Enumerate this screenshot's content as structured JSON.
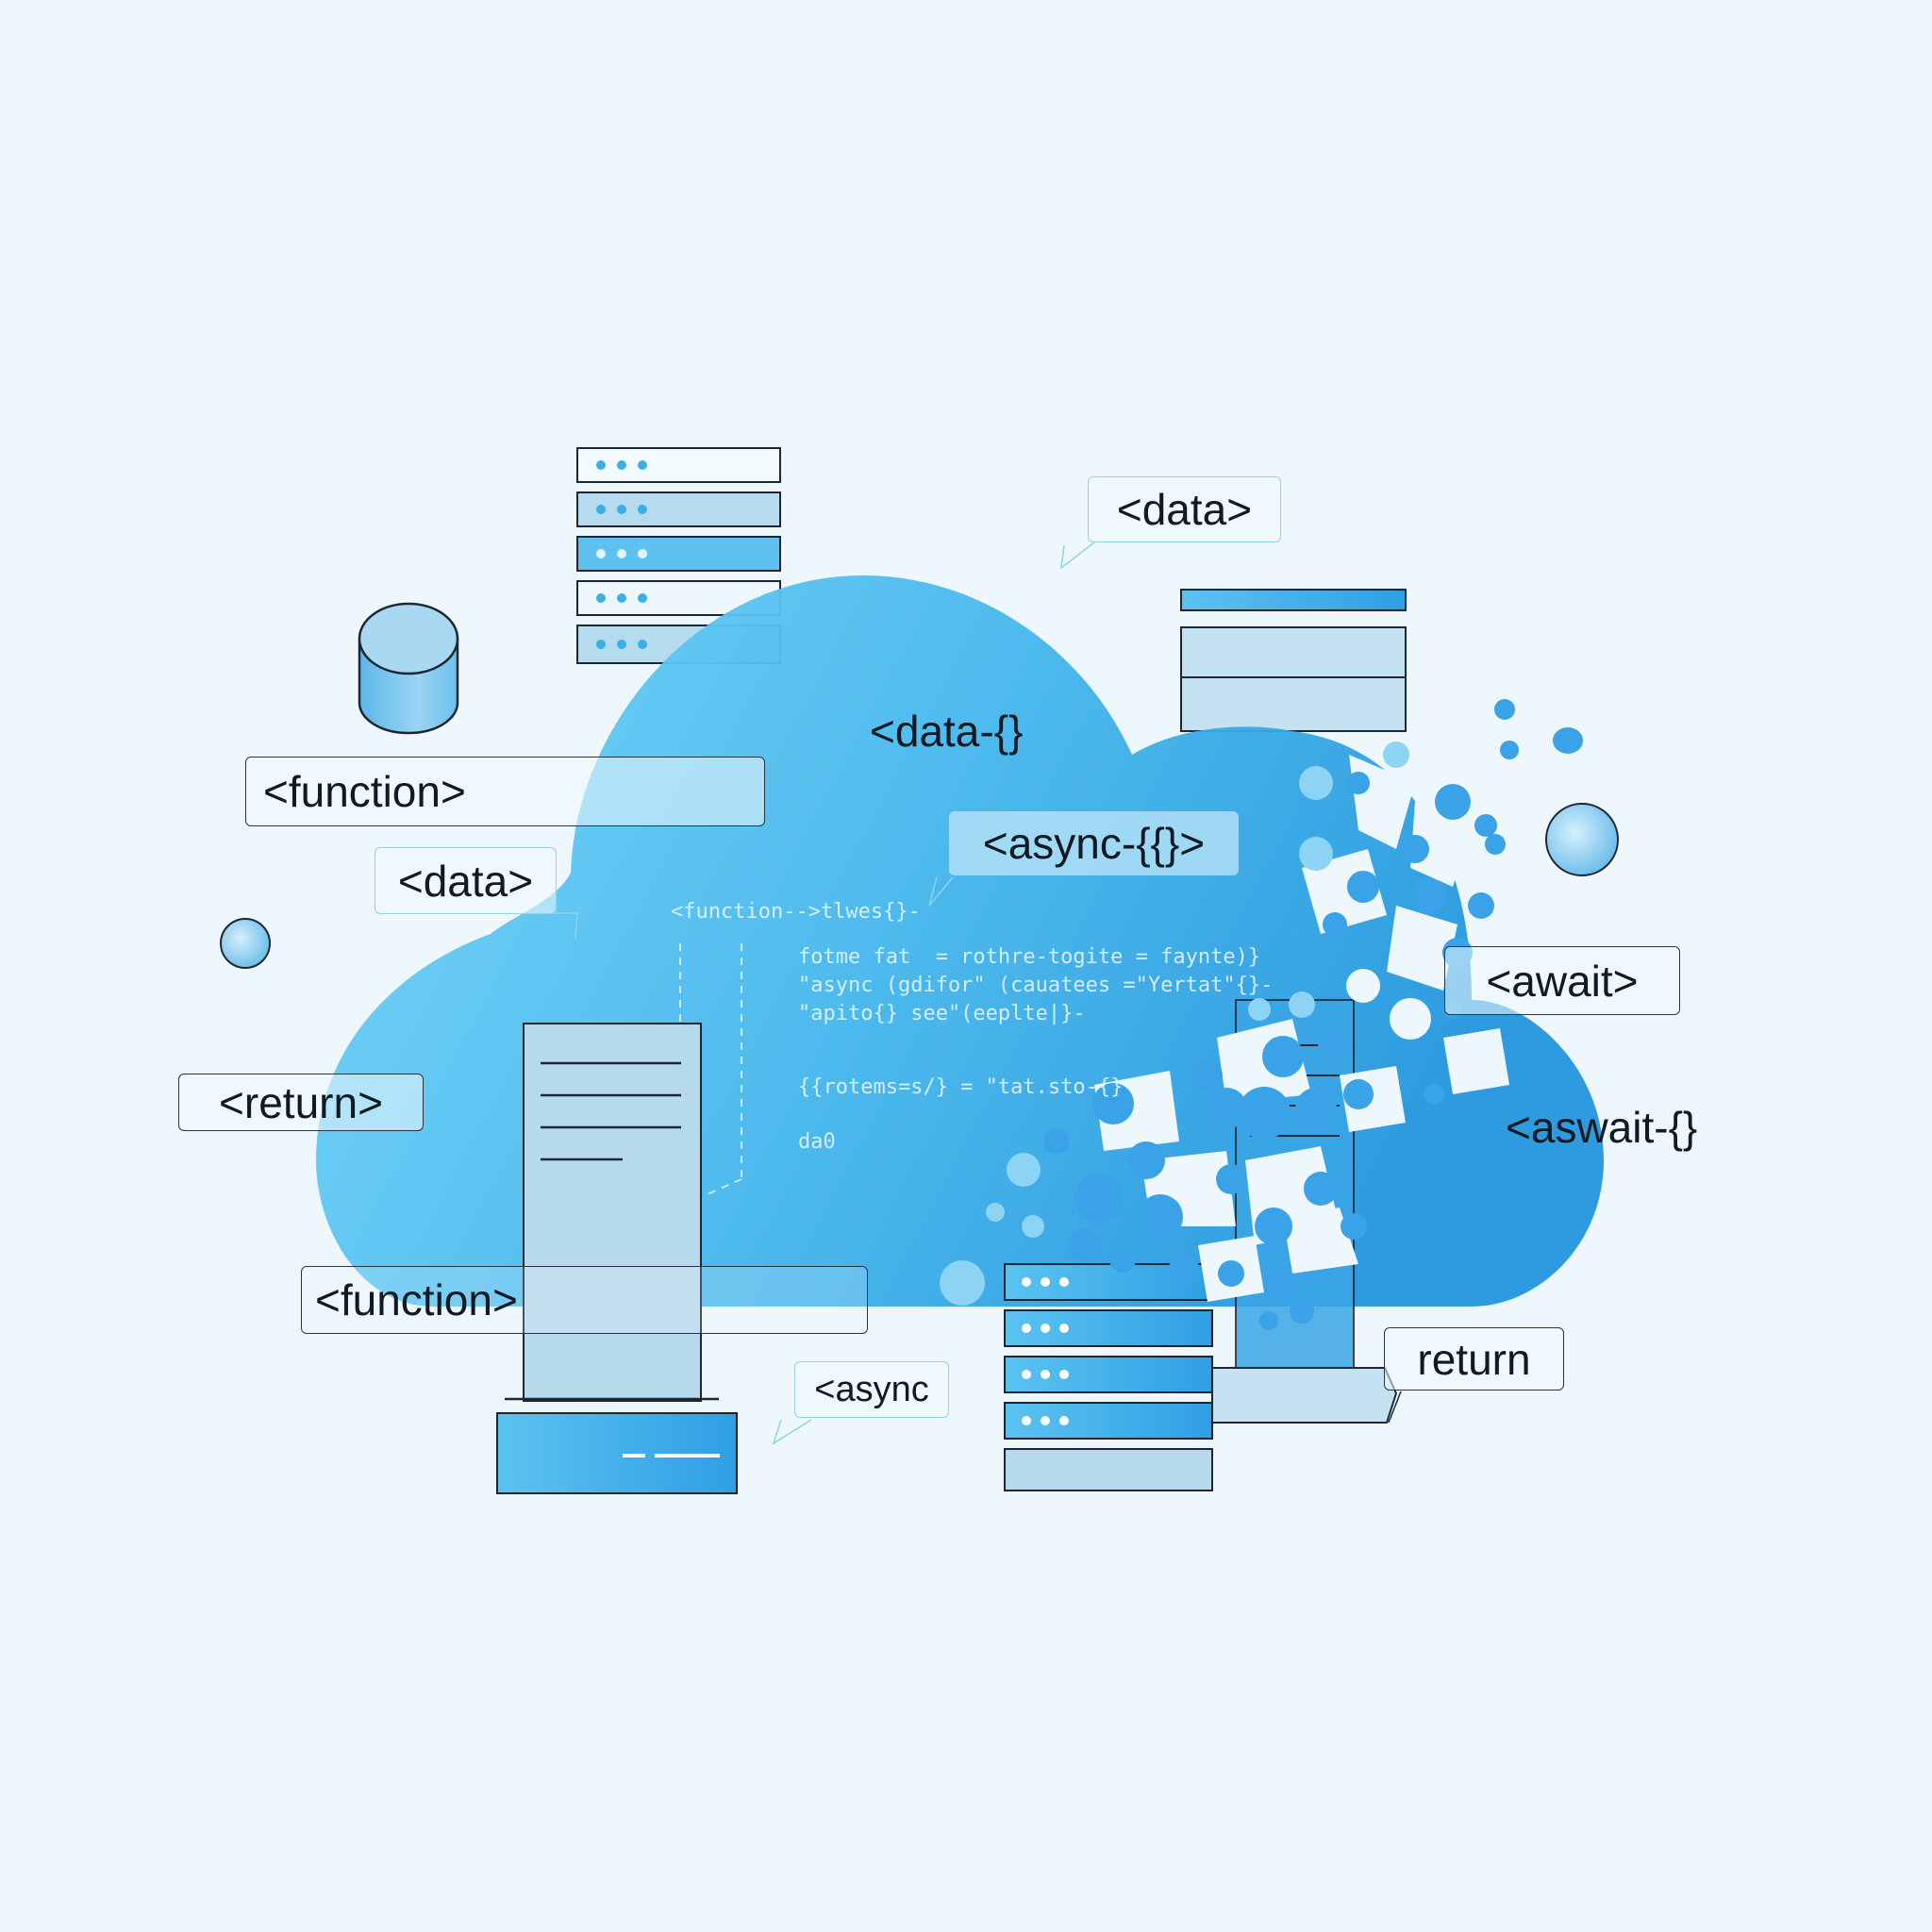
{
  "tags": {
    "data_top": "<data>",
    "data_cloud": "<data-{}",
    "function_top": "<function>",
    "data_left": "<data>",
    "async_center": "<async-{{}>",
    "await_right": "<await>",
    "return_left": "<return>",
    "aswait_right": "<aswait-{}",
    "function_bottom": "<function>",
    "async_bottom": "<async",
    "return_bottom": "return"
  },
  "code": {
    "header": "<function-->tlwes{}-",
    "line1": "fotme fat  = rothre-togite = faynte)}",
    "line2": "\"async (gdifor\" (cauatees =\"Yertat\"{}-",
    "line3": "\"apito{} see\"(eeplte|}-",
    "line4": "{{rotems=s/} = \"tat.sto-{}-",
    "line5": "da0"
  },
  "colors": {
    "background": "#eef8fc",
    "cloud_light": "#6fd3f7",
    "cloud_dark": "#2a9fe2",
    "server_fill": "#b7d9ec",
    "server_accent": "#3aaee8",
    "outline": "#1c2733"
  }
}
